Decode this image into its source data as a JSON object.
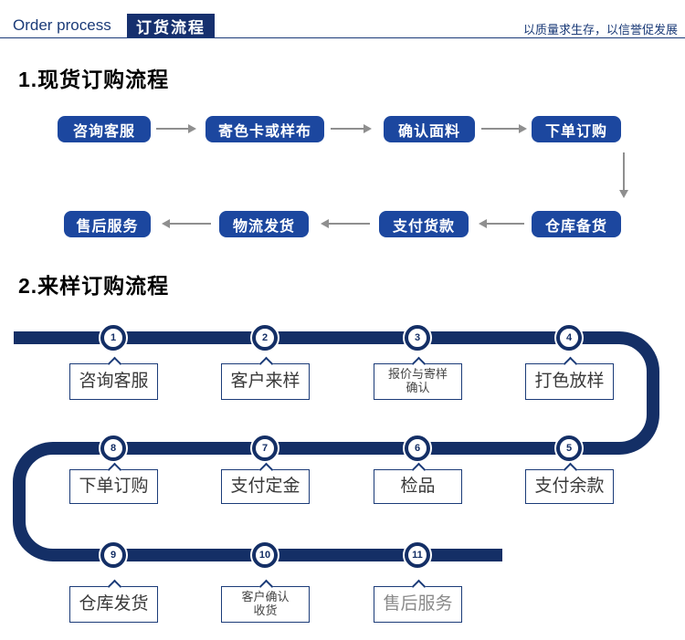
{
  "header": {
    "title_en": "Order process",
    "tab_label": "订货流程",
    "slogan": "以质量求生存，以信誉促发展"
  },
  "section1": {
    "title": "1.现货订购流程",
    "row1": [
      "咨询客服",
      "寄色卡或样布",
      "确认面料",
      "下单订购"
    ],
    "row2": [
      "售后服务",
      "物流发货",
      "支付货款",
      "仓库备货"
    ]
  },
  "section2": {
    "title": "2.来样订购流程",
    "steps": [
      {
        "num": "1",
        "label": "咨询客服"
      },
      {
        "num": "2",
        "label": "客户来样"
      },
      {
        "num": "3",
        "label": "报价与寄样\n确认"
      },
      {
        "num": "4",
        "label": "打色放样"
      },
      {
        "num": "5",
        "label": "支付余款"
      },
      {
        "num": "6",
        "label": "检品"
      },
      {
        "num": "7",
        "label": "支付定金"
      },
      {
        "num": "8",
        "label": "下单订购"
      },
      {
        "num": "9",
        "label": "仓库发货"
      },
      {
        "num": "10",
        "label": "客户确认\n收货"
      },
      {
        "num": "11",
        "label": "售后服务"
      }
    ]
  },
  "colors": {
    "navy": "#142f66",
    "tab_navy": "#16306e",
    "flow_box_blue": "#1c479f",
    "arrow_gray": "#8f8f8f",
    "label_border": "#1b3b78",
    "last_step_text": "#8a8a8a"
  }
}
